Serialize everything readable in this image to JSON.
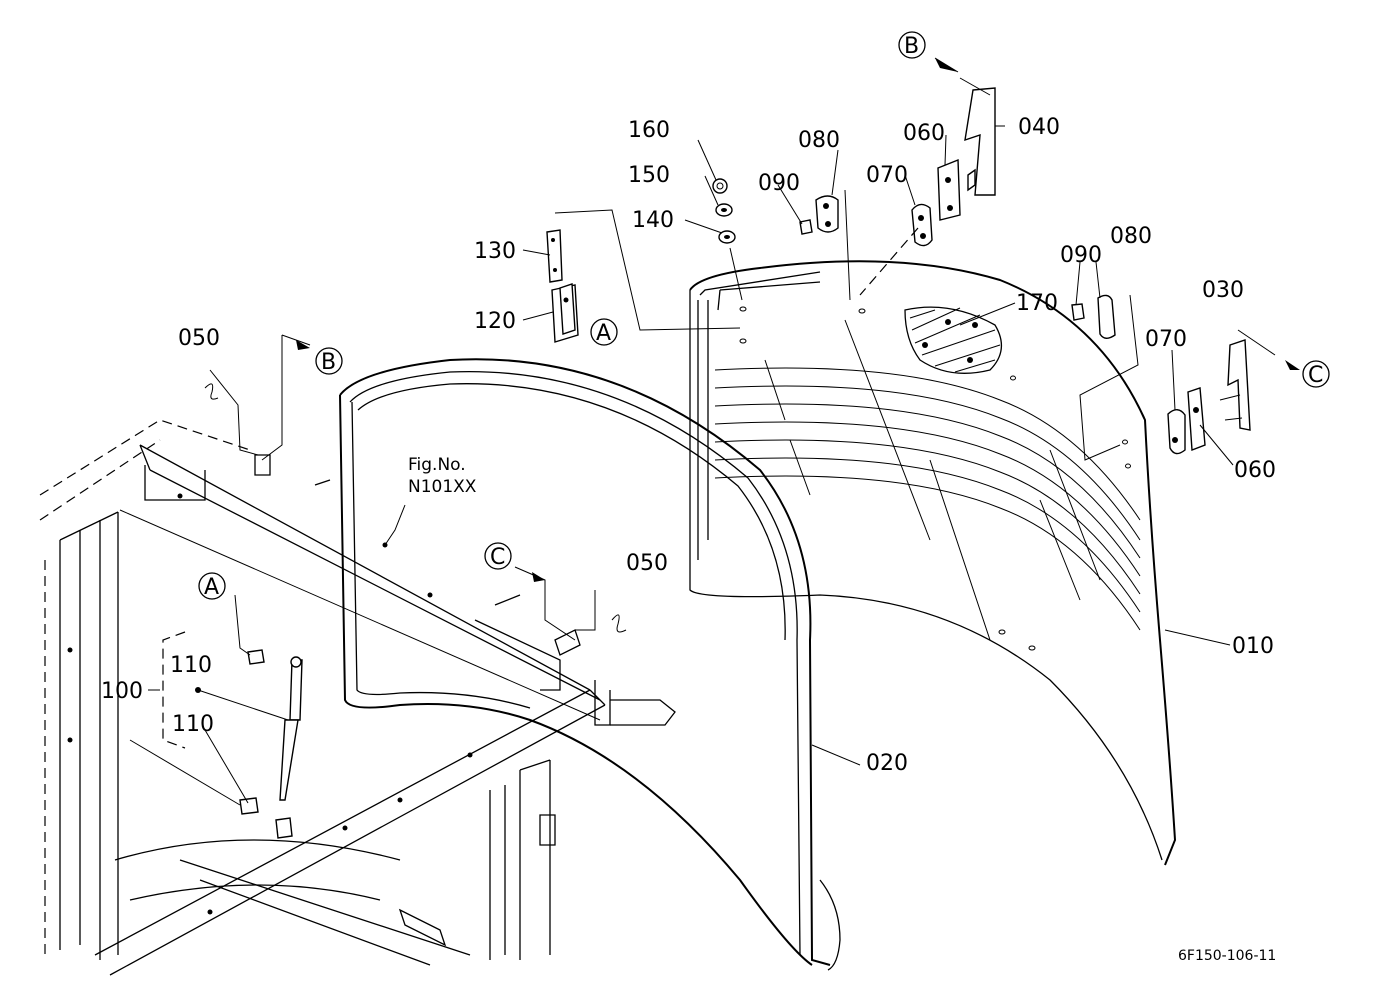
{
  "diagram": {
    "callouts": {
      "p010": "010",
      "p020": "020",
      "p030": "030",
      "p040": "040",
      "p050a": "050",
      "p050b": "050",
      "p060a": "060",
      "p060b": "060",
      "p070a": "070",
      "p070b": "070",
      "p080a": "080",
      "p080b": "080",
      "p090a": "090",
      "p090b": "090",
      "p100": "100",
      "p110a": "110",
      "p110b": "110",
      "p120": "120",
      "p130": "130",
      "p140": "140",
      "p150": "150",
      "p160": "160",
      "p170": "170"
    },
    "refs": {
      "a1": "A",
      "a2": "A",
      "b1": "B",
      "b2": "B",
      "c1": "C",
      "c2": "C"
    },
    "fig_label_line1": "Fig.No.",
    "fig_label_line2": "N101XX",
    "drawing_number": "6F150-106-11"
  }
}
